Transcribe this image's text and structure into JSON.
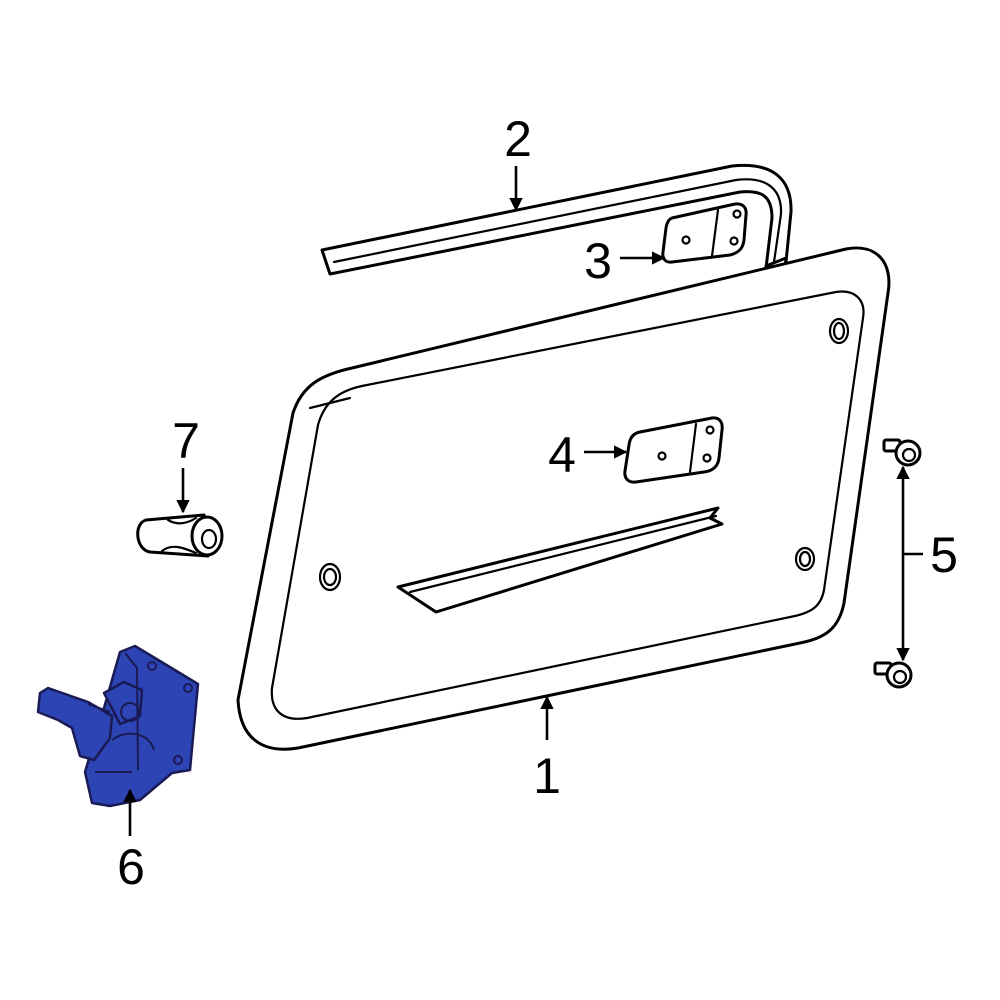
{
  "colors": {
    "background": "#ffffff",
    "line": "#000000",
    "highlight": "#2d45b4"
  },
  "callouts": {
    "c1": "1",
    "c2": "2",
    "c3": "3",
    "c4": "4",
    "c5": "5",
    "c6": "6",
    "c7": "7"
  }
}
